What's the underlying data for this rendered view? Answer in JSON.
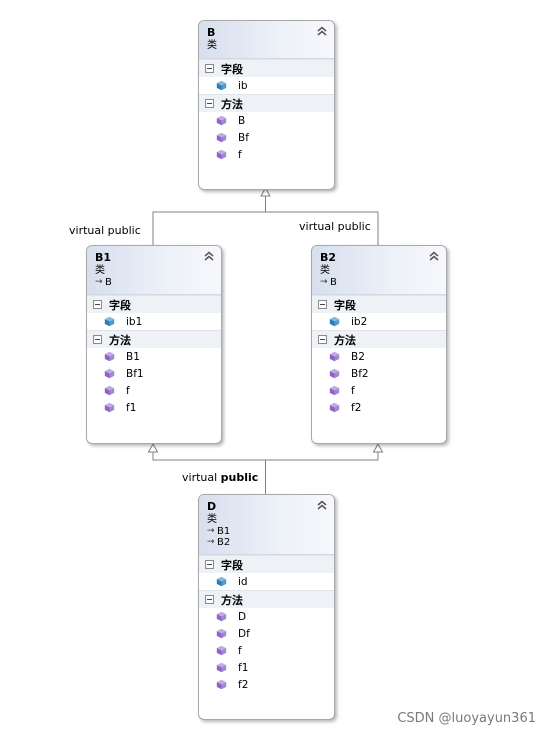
{
  "classes": [
    {
      "name": "B",
      "kind": "类",
      "bases": [],
      "field_header": "字段",
      "fields": [
        "ib"
      ],
      "method_header": "方法",
      "methods": [
        "B",
        "Bf",
        "f"
      ]
    },
    {
      "name": "B1",
      "kind": "类",
      "bases": [
        "B"
      ],
      "field_header": "字段",
      "fields": [
        "ib1"
      ],
      "method_header": "方法",
      "methods": [
        "B1",
        "Bf1",
        "f",
        "f1"
      ]
    },
    {
      "name": "B2",
      "kind": "类",
      "bases": [
        "B"
      ],
      "field_header": "字段",
      "fields": [
        "ib2"
      ],
      "method_header": "方法",
      "methods": [
        "B2",
        "Bf2",
        "f",
        "f2"
      ]
    },
    {
      "name": "D",
      "kind": "类",
      "bases": [
        "B1",
        "B2"
      ],
      "field_header": "字段",
      "fields": [
        "id"
      ],
      "method_header": "方法",
      "methods": [
        "D",
        "Df",
        "f",
        "f1",
        "f2"
      ]
    }
  ],
  "edge_labels": {
    "b1_to_b": "virtual public",
    "b2_to_b": "virtual public",
    "d_to_bases_prefix": "virtual",
    "d_to_bases_keyword": "public"
  },
  "watermark": "CSDN @luoyayun361",
  "colors": {
    "header_gradient_start": "#d7dfee",
    "section_bg": "#eef1f6",
    "field_icon": "#1e7fc1",
    "method_icon": "#8e62c8",
    "border": "#a8a8a8",
    "connector": "#808080"
  },
  "icons": {
    "collapse": "double-chevron-up-icon",
    "section_toggle": "minus-square-icon",
    "field": "field-cube-icon",
    "method": "method-cube-icon",
    "inherit": "inherit-arrow-icon"
  }
}
